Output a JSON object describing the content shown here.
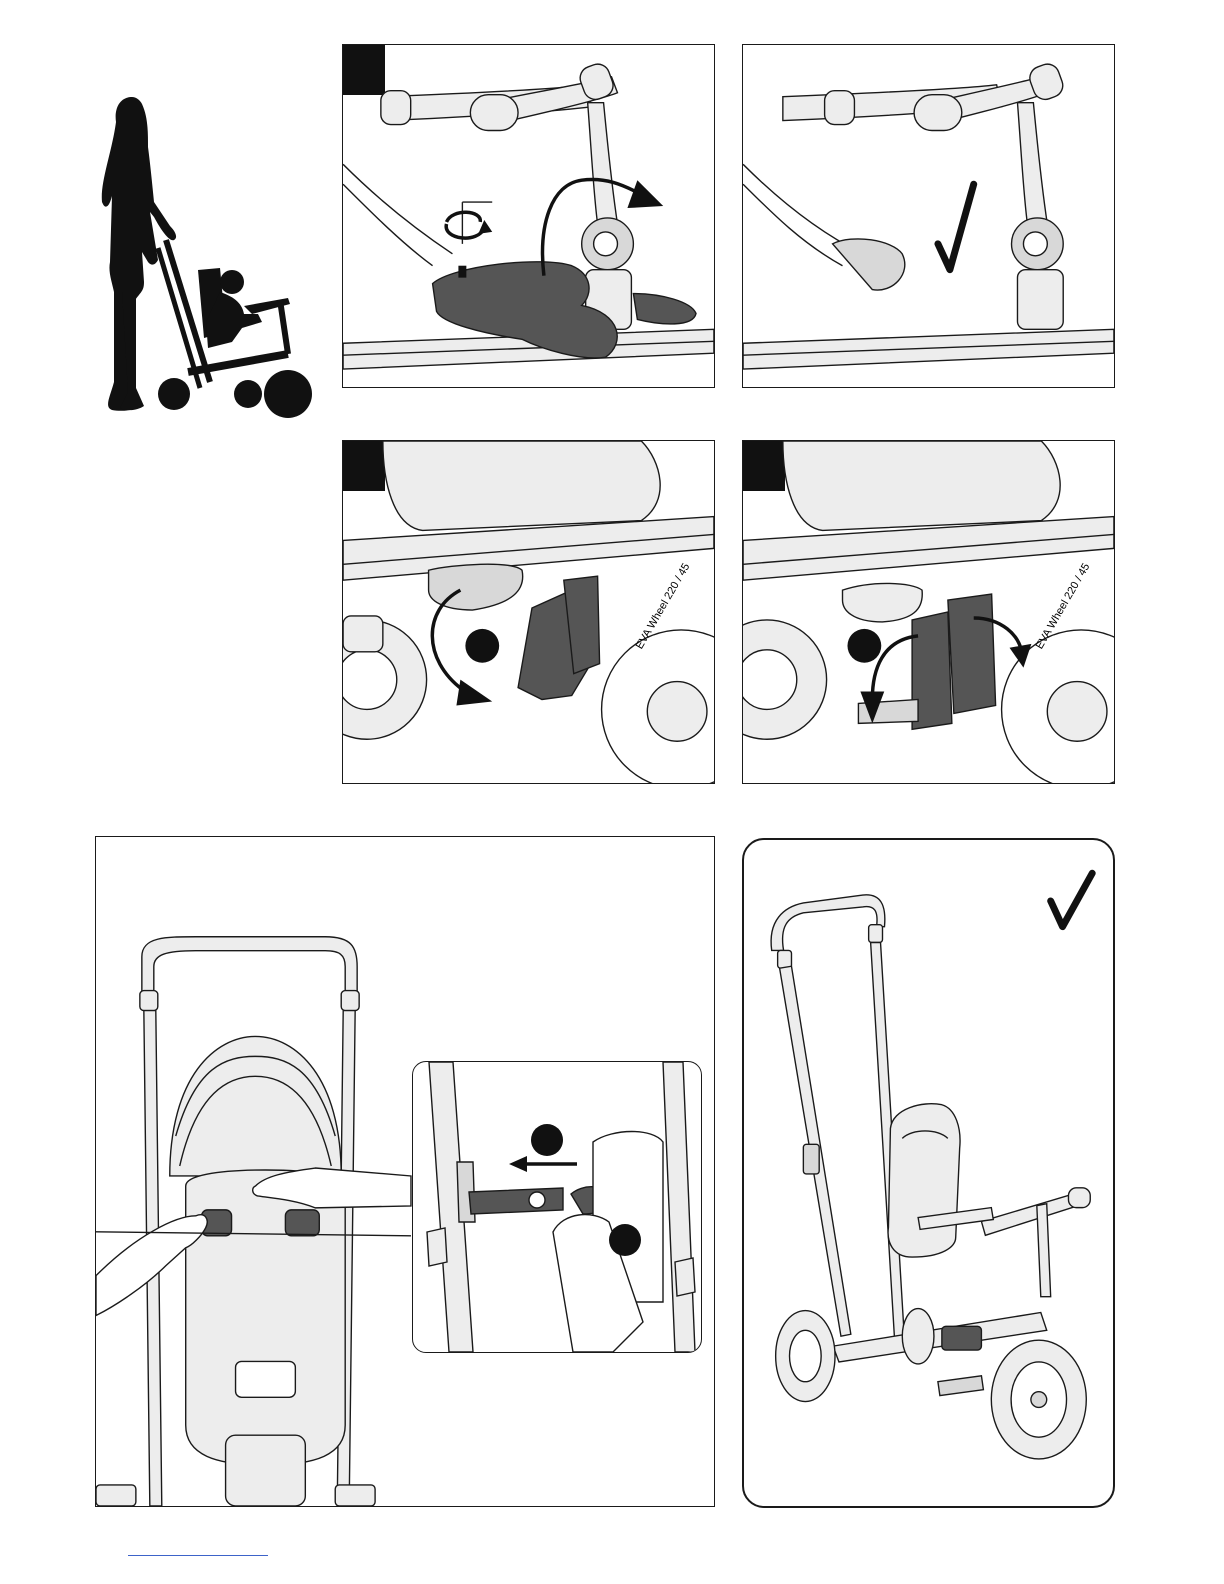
{
  "page": {
    "colors": {
      "ink": "#111111",
      "dark_part": "#555555",
      "light_part": "#ededed",
      "footer_link": "#3d63c9"
    },
    "icons": [
      "adult-with-child-tricycle-silhouette",
      "check-icon",
      "rotate-arrow-icon",
      "hex-key-icon",
      "curved-arrow-icon"
    ]
  },
  "panels": {
    "step_a": {
      "marker": ""
    },
    "step_b": {
      "marker": ""
    },
    "step_c": {
      "marker": ""
    },
    "step_d": {
      "marker": ""
    },
    "step_e": {
      "marker": ""
    },
    "step_f": {
      "marker": ""
    }
  },
  "step_d": {
    "dot": "",
    "wheel_text": "EVA Wheel 220 / 45"
  },
  "step_e": {
    "wheel_text": "EVA Wheel 220 / 45"
  },
  "step_g": {
    "inset": true
  },
  "step_h": {
    "result": "check"
  }
}
